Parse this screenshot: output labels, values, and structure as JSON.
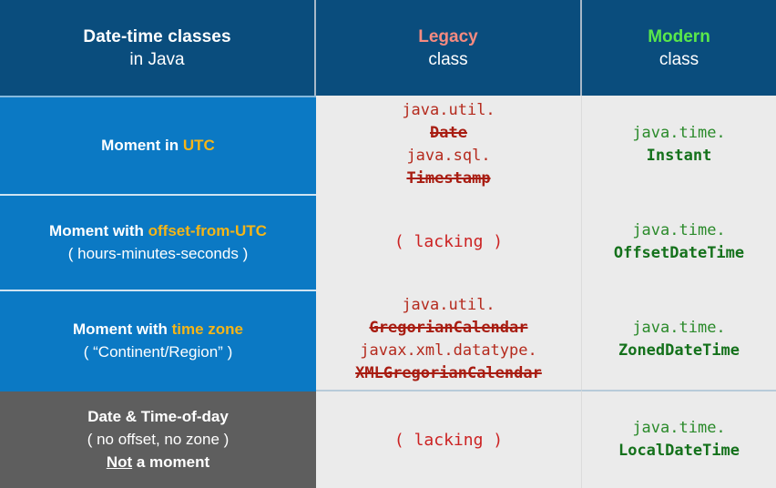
{
  "header": {
    "label_line1": "Date-time classes",
    "label_line2": "in Java",
    "legacy_word": "Legacy",
    "legacy_sub": "class",
    "modern_word": "Modern",
    "modern_sub": "class"
  },
  "colors": {
    "header_bg": "#0a4d7d",
    "row_bg": "#0b79c4",
    "last_row_bg": "#5e5e5e",
    "cell_bg": "#ebebeb",
    "legacy_accent": "#f58a80",
    "modern_accent": "#5ae84a",
    "gold_highlight": "#f5b517",
    "legacy_code": "#b52a1d",
    "modern_code": "#2a8a2a",
    "lacking_red": "#cc2222"
  },
  "rows": [
    {
      "label_prefix": "Moment in ",
      "label_highlight": "UTC",
      "label_line2": "",
      "label_line3": "",
      "legacy": [
        {
          "pkg": "java.util.",
          "cls": "Date"
        },
        {
          "pkg": "java.sql.",
          "cls": "Timestamp"
        }
      ],
      "legacy_lacking": "",
      "modern_pkg": "java.time.",
      "modern_cls": "Instant"
    },
    {
      "label_prefix": "Moment with ",
      "label_highlight": "offset-from-UTC",
      "label_line2": "( hours-minutes-seconds )",
      "label_line3": "",
      "legacy": [],
      "legacy_lacking": "( lacking )",
      "modern_pkg": "java.time.",
      "modern_cls": "OffsetDateTime"
    },
    {
      "label_prefix": "Moment with ",
      "label_highlight": "time zone",
      "label_line2": "( “Continent/Region” )",
      "label_line3": "",
      "legacy": [
        {
          "pkg": "java.util.",
          "cls": "GregorianCalendar"
        },
        {
          "pkg": "javax.xml.datatype.",
          "cls": "XMLGregorianCalendar"
        }
      ],
      "legacy_lacking": "",
      "modern_pkg": "java.time.",
      "modern_cls": "ZonedDateTime"
    },
    {
      "label_prefix": "Date & Time-of-day",
      "label_highlight": "",
      "label_line2": "( no offset, no zone )",
      "label_line3_not": "Not",
      "label_line3_rest": " a moment",
      "legacy": [],
      "legacy_lacking": "( lacking )",
      "modern_pkg": "java.time.",
      "modern_cls": "LocalDateTime"
    }
  ]
}
